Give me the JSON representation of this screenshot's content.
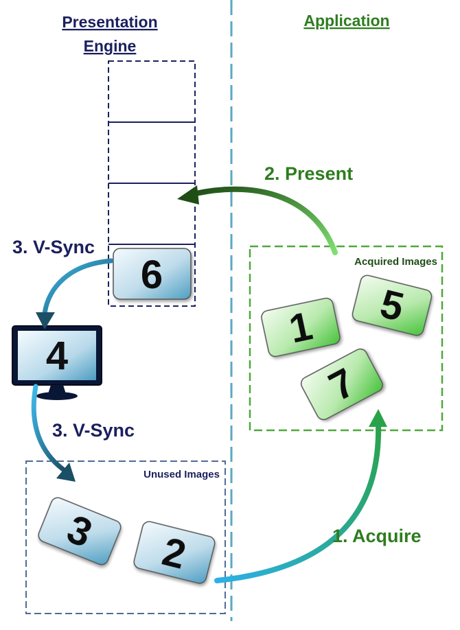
{
  "headers": {
    "presentation_line1": "Presentation",
    "presentation_line2": "Engine",
    "application": "Application"
  },
  "labels": {
    "present": "2. Present",
    "vsync_top": "3. V-Sync",
    "vsync_bottom": "3. V-Sync",
    "acquire": "1. Acquire",
    "acquired_images": "Acquired Images",
    "unused_images": "Unused Images"
  },
  "images": {
    "queued": "6",
    "display": "4",
    "acquired": [
      "1",
      "5",
      "7"
    ],
    "unused": [
      "3",
      "2"
    ]
  },
  "colors": {
    "navy": "#1b1f5e",
    "green_dark": "#2e7d1f",
    "green_light": "#7ad66b",
    "blue": "#2ba4d8",
    "blue_dark": "#1a5b78",
    "divider": "#5aa8c0"
  }
}
